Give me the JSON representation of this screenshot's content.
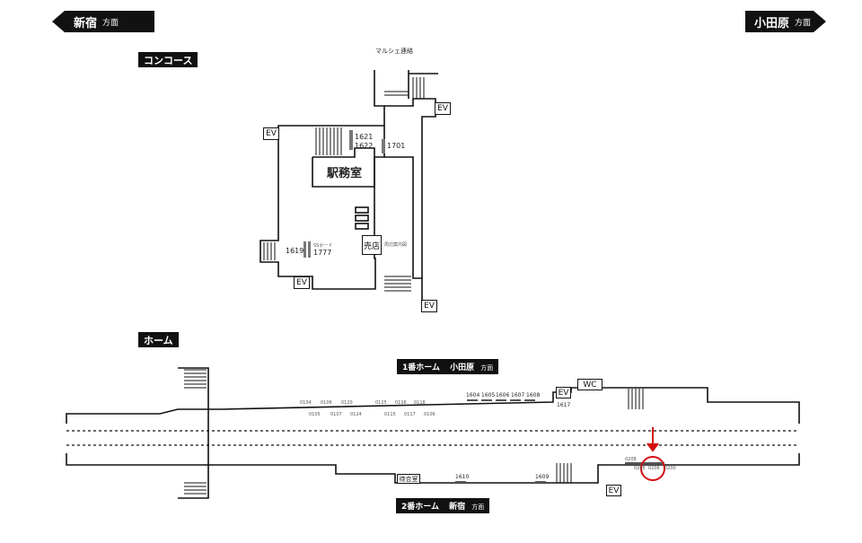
{
  "direction_left": {
    "station": "新宿",
    "suffix": "方面"
  },
  "direction_right": {
    "station": "小田原",
    "suffix": "方面"
  },
  "sections": {
    "concourse": "コンコース",
    "platform": "ホーム"
  },
  "concourse": {
    "marche_label": "マルシェ連絡",
    "station_office": "駅務室",
    "kiosk": "売店",
    "elevator": "EV",
    "nearby_guide": "周辺案内図",
    "sis_board": "SSボード",
    "codes": {
      "c1621": "1621",
      "c1622": "1622",
      "c1701": "1701",
      "c1619": "1619",
      "c1777": "1777"
    }
  },
  "platform": {
    "platform1": {
      "label": "1番ホーム",
      "dest": "小田原",
      "suffix": "方面"
    },
    "platform2": {
      "label": "2番ホーム",
      "dest": "新宿",
      "suffix": "方面"
    },
    "wc": "WC",
    "waiting_room": "待合室",
    "elevator": "EV",
    "codes_top": {
      "a": "1604",
      "b": "1605",
      "c": "1606",
      "d": "1607",
      "e": "1608",
      "f": "1617"
    },
    "codes_bottom": {
      "a": "1610",
      "b": "1609"
    },
    "tiny_top": {
      "a": "0104",
      "b": "0105",
      "c": "0106",
      "d": "0107",
      "e": "0120",
      "f": "0124",
      "g": "0125",
      "h": "0115",
      "i": "0116",
      "j": "0117",
      "k": "0118",
      "l": "0106"
    },
    "tiny_bottom": {
      "a": "0208",
      "b": "0205",
      "c": "0206",
      "d": "0200"
    }
  },
  "colors": {
    "ink": "#111111",
    "marker": "#d41010",
    "accent_bar": "#777777"
  }
}
